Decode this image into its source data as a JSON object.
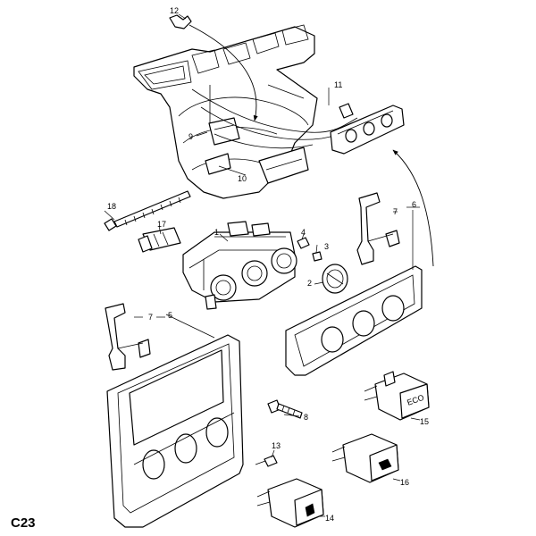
{
  "figure_ref": "C23",
  "callouts": {
    "c1": "1",
    "c2": "2",
    "c3": "3",
    "c4": "4",
    "c5": "5",
    "c6": "6",
    "c7a": "7",
    "c7b": "7",
    "c8": "8",
    "c9": "9",
    "c10": "10",
    "c11": "11",
    "c12": "12",
    "c13": "13",
    "c14": "14",
    "c15": "15",
    "c16": "16",
    "c17": "17",
    "c18": "18"
  },
  "labels": {
    "eco": "ECO"
  }
}
